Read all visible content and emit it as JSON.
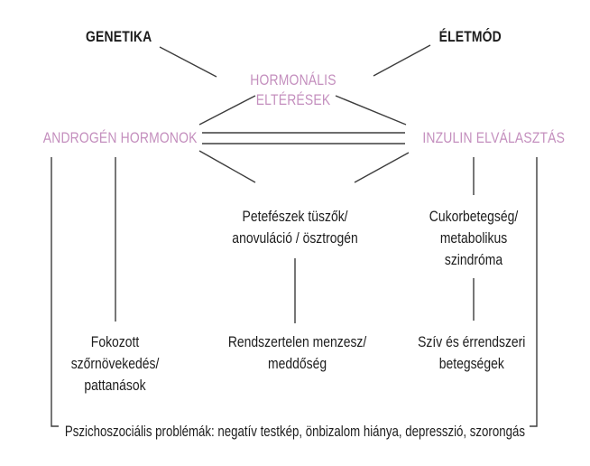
{
  "colors": {
    "accent_pink": "#c48fbe",
    "text_black": "#1c1c1c",
    "line_gray": "#3d3d3d",
    "background": "#ffffff"
  },
  "nodes": {
    "genetika": {
      "label": "GENETIKA"
    },
    "eletmod": {
      "label": "ÉLETMÓD"
    },
    "hormonalis_elteresek": {
      "label": "HORMONÁLIS ELTÉRÉSEK"
    },
    "androgen_hormonok": {
      "label": "ANDROGÉN HORMONOK"
    },
    "inzulin_elvalasztas": {
      "label": "INZULIN ELVÁLASZTÁS"
    },
    "petefeszek": {
      "label": "Petefészek tüszők/\nanovuláció / ösztrogén"
    },
    "cukorbetegseg": {
      "label": "Cukorbetegség/\nmetabolikus\nszindróma"
    },
    "fokozott": {
      "label": "Fokozott\nszőrnövekedés/\npattanások"
    },
    "rendszertelen": {
      "label": "Rendszertelen menzesz/\nmeddőség"
    },
    "sziv": {
      "label": "Szív és érrendszeri\nbetegségek"
    },
    "pszichoszocialis": {
      "label": "Pszichoszociális problémák: negatív testkép, önbizalom hiánya, depresszió, szorongás"
    }
  }
}
